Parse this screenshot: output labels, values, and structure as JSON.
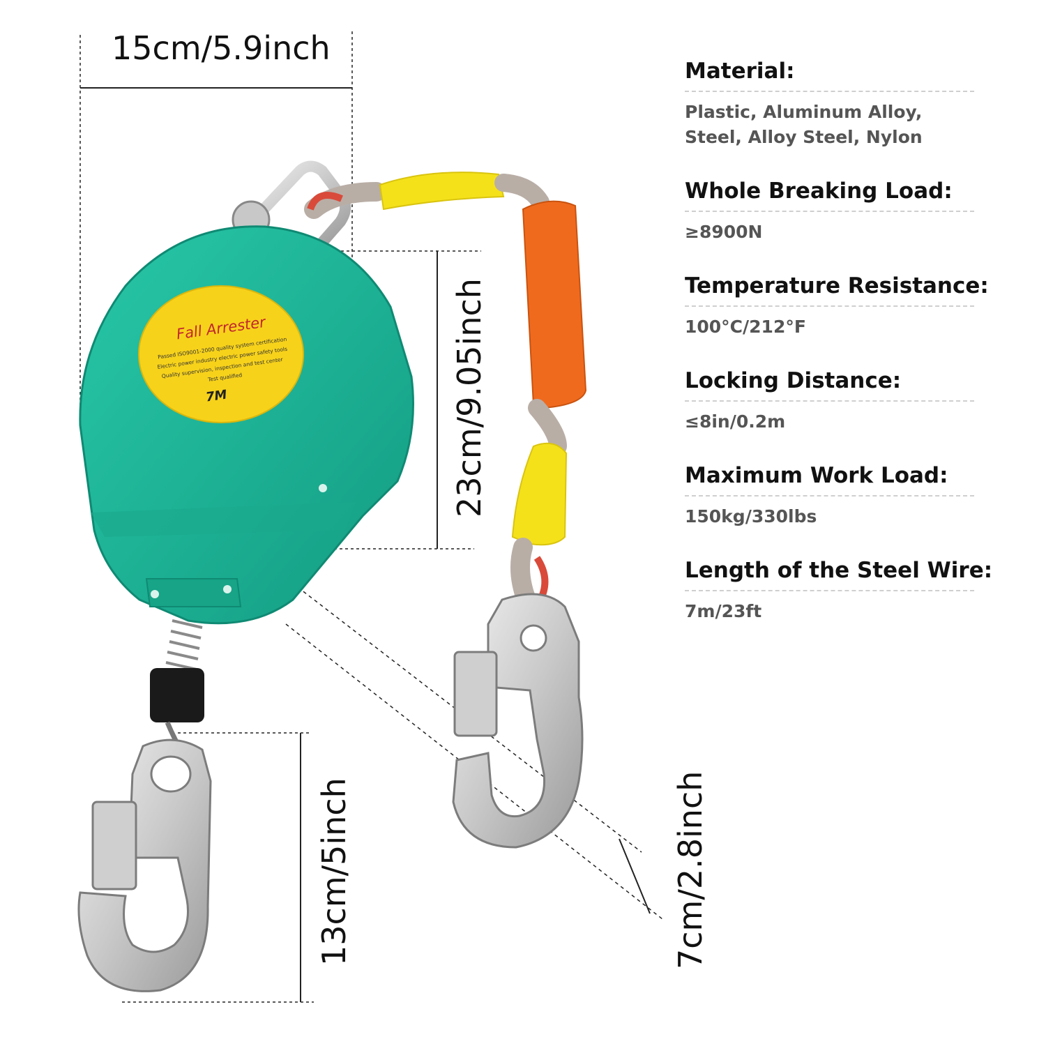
{
  "dimensions": {
    "width": "15cm/5.9inch",
    "height": "23cm/9.05inch",
    "hook_length": "13cm/5inch",
    "hook_width": "7cm/2.8inch"
  },
  "device": {
    "name": "Fall Arrester",
    "sticker_line1": "Passed ISO9001-2000 quality system certification",
    "sticker_line2": "Electric power industry electric power safety tools",
    "sticker_line3": "Quality supervision, inspection and test center",
    "sticker_line4": "Test qualified",
    "length": "7M"
  },
  "colors": {
    "housing": "#1fb89a",
    "sticker": "#f7d21a",
    "sleeve": "#f06a1e",
    "grip": "#f5e11a"
  },
  "specs": [
    {
      "label": "Material:",
      "value": "Plastic, Aluminum Alloy, Steel, Alloy Steel, Nylon"
    },
    {
      "label": "Whole Breaking Load:",
      "value": "≥8900N"
    },
    {
      "label": "Temperature Resistance:",
      "value": "100°C/212°F"
    },
    {
      "label": "Locking Distance:",
      "value": "≤8in/0.2m"
    },
    {
      "label": "Maximum Work Load:",
      "value": "150kg/330lbs"
    },
    {
      "label": "Length of the Steel Wire:",
      "value": "7m/23ft"
    }
  ]
}
